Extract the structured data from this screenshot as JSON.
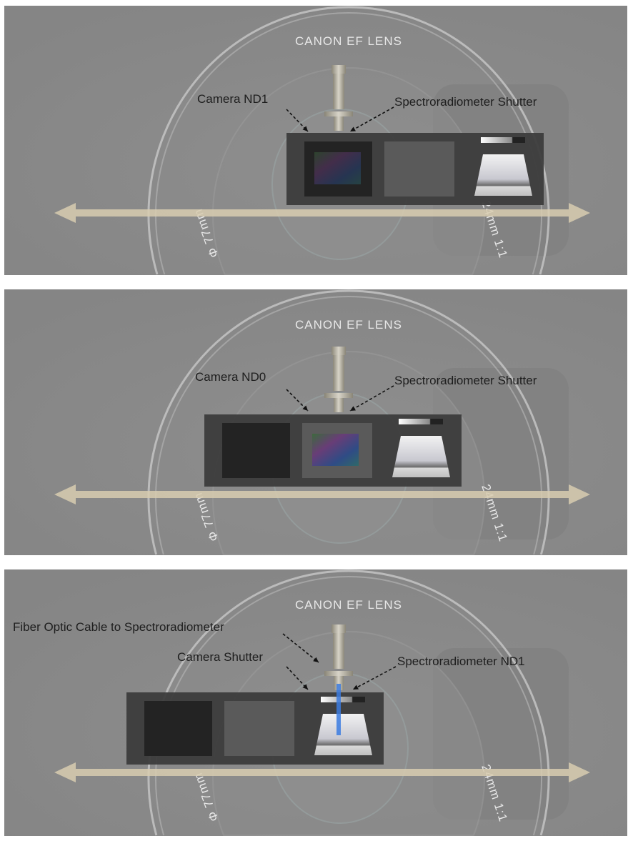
{
  "lens_text": {
    "top": "CANON  EF  LENS",
    "right": "24mm 1:1",
    "left": "Φ 77mm"
  },
  "colors": {
    "background": "#8a8a8a",
    "carriage": "#3c3c3c",
    "rail_arrow": "#d8ccb0",
    "beam": "#3b7be0"
  },
  "panels": [
    {
      "labels": [
        "Camera ND1",
        "Spectroradiometer Shutter"
      ]
    },
    {
      "labels": [
        "Camera ND0",
        "Spectroradiometer Shutter"
      ]
    },
    {
      "labels": [
        "Fiber Optic Cable to Spectroradiometer",
        "Camera Shutter",
        "Spectroradiometer ND1"
      ]
    }
  ]
}
